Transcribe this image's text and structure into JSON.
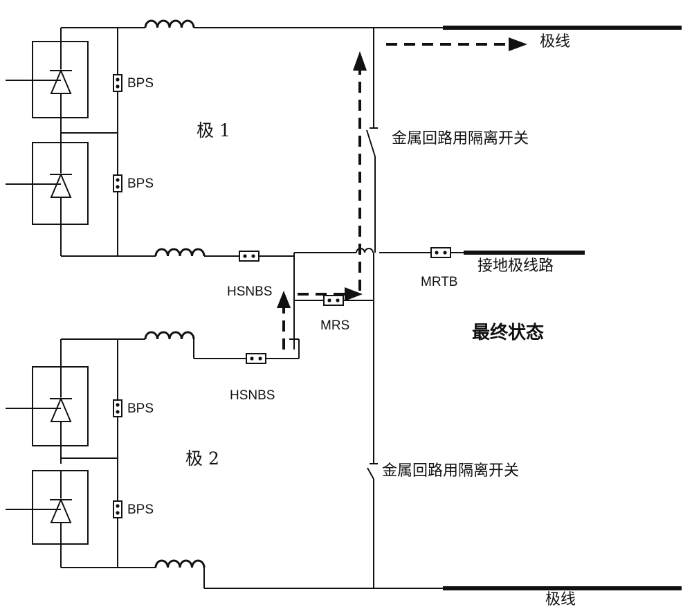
{
  "labels": {
    "bps": "BPS",
    "pole1": "极 1",
    "pole2": "极 2",
    "hsnbs": "HSNBS",
    "mrs": "MRS",
    "mrtb": "MRTB",
    "pole_line": "极线",
    "ground_line": "接地极线路",
    "isolation_switch": "金属回路用隔离开关",
    "final_state": "最终状态"
  },
  "colors": {
    "line": "#111111",
    "background": "#ffffff"
  },
  "icons": {
    "thyristor": "thyristor-valve-icon",
    "reactor": "smoothing-reactor-icon",
    "breaker": "breaker-icon",
    "disconnector": "disconnector-switch-icon",
    "current_path": "dashed-arrow-icon"
  }
}
